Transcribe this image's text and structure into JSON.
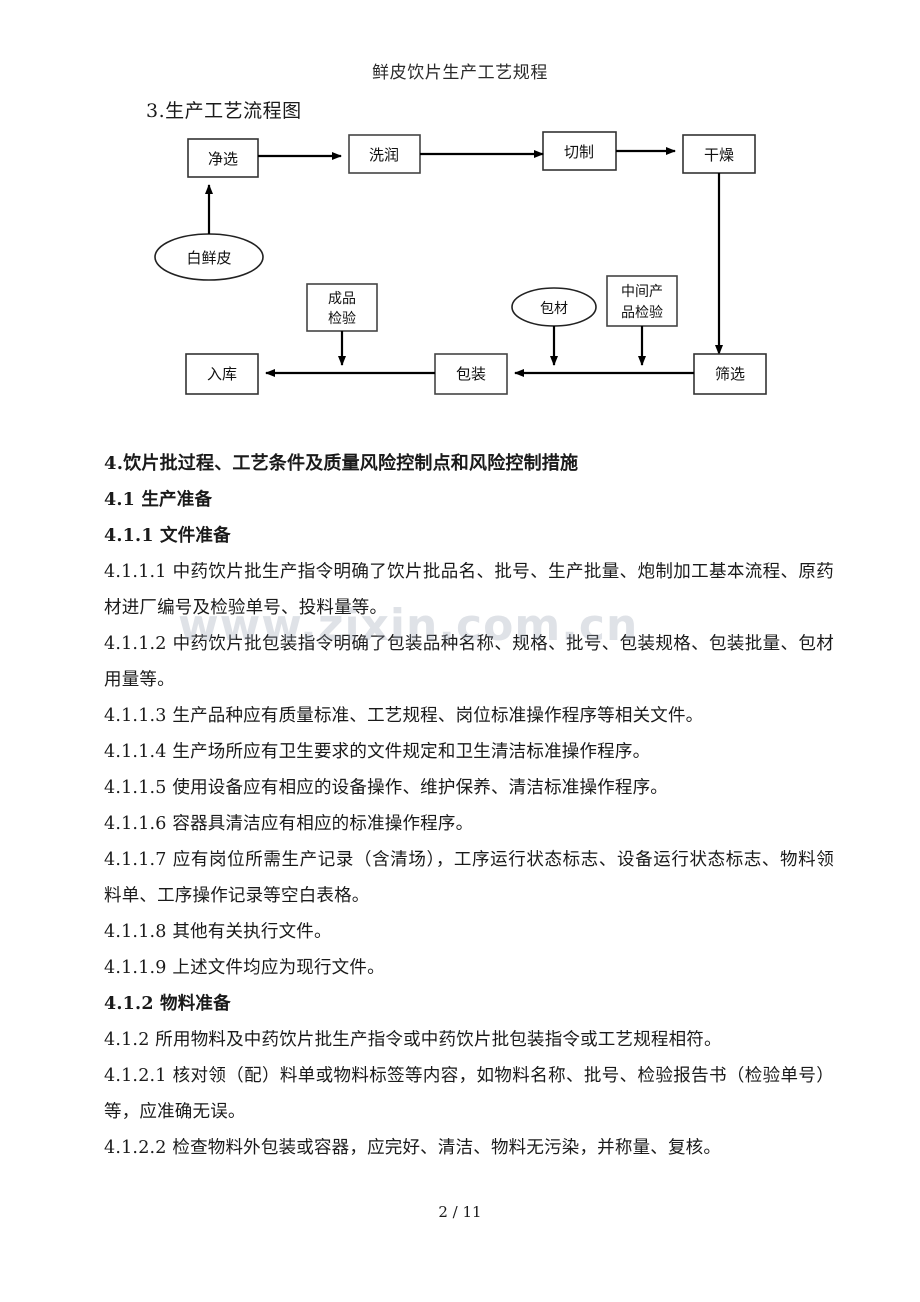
{
  "document": {
    "header_title": "鲜皮饮片生产工艺规程",
    "footer_page": "2 / 11",
    "watermark": "www.zixin.com.cn"
  },
  "flowchart": {
    "heading": "3.生产工艺流程图",
    "nodes": {
      "jingxuan": "净选",
      "xirun": "洗润",
      "qiezhi": "切制",
      "ganzao": "干燥",
      "baixianpi": "白鲜皮",
      "chengpin_jianyan_1": "成品",
      "chengpin_jianyan_2": "检验",
      "baocai": "包材",
      "zhongjian_1": "中间产",
      "zhongjian_2": "品检验",
      "ruku": "入库",
      "baozhuang": "包装",
      "shaixuan": "筛选"
    }
  },
  "body": {
    "paragraphs": [
      {
        "id": "s4",
        "style": "h-main",
        "text": "4.饮片批过程、工艺条件及质量风险控制点和风险控制措施"
      },
      {
        "id": "s41",
        "style": "bold",
        "text": "4.1 生产准备"
      },
      {
        "id": "s411",
        "style": "bold",
        "text": "4.1.1  文件准备"
      },
      {
        "id": "s4111",
        "style": "normal",
        "text": "4.1.1.1 中药饮片批生产指令明确了饮片批品名、批号、生产批量、炮制加工基本流程、原药材进厂编号及检验单号、投料量等。"
      },
      {
        "id": "s4112",
        "style": "normal",
        "text": "4.1.1.2 中药饮片批包装指令明确了包装品种名称、规格、批号、包装规格、包装批量、包材用量等。"
      },
      {
        "id": "s4113",
        "style": "normal",
        "text": "4.1.1.3 生产品种应有质量标准、工艺规程、岗位标准操作程序等相关文件。"
      },
      {
        "id": "s4114",
        "style": "normal",
        "text": "4.1.1.4 生产场所应有卫生要求的文件规定和卫生清洁标准操作程序。"
      },
      {
        "id": "s4115",
        "style": "normal",
        "text": "4.1.1.5 使用设备应有相应的设备操作、维护保养、清洁标准操作程序。"
      },
      {
        "id": "s4116",
        "style": "normal",
        "text": "4.1.1.6 容器具清洁应有相应的标准操作程序。"
      },
      {
        "id": "s4117",
        "style": "normal",
        "text": "4.1.1.7 应有岗位所需生产记录（含清场），工序运行状态标志、设备运行状态标志、物料领料单、工序操作记录等空白表格。"
      },
      {
        "id": "s4118",
        "style": "normal",
        "text": "4.1.1.8 其他有关执行文件。"
      },
      {
        "id": "s4119",
        "style": "normal",
        "text": "4.1.1.9 上述文件均应为现行文件。"
      },
      {
        "id": "s412",
        "style": "bold",
        "text": "4.1.2 物料准备"
      },
      {
        "id": "s412b",
        "style": "normal",
        "text": "4.1.2 所用物料及中药饮片批生产指令或中药饮片批包装指令或工艺规程相符。"
      },
      {
        "id": "s4121",
        "style": "normal",
        "text": "4.1.2.1 核对领（配）料单或物料标签等内容，如物料名称、批号、检验报告书（检验单号）等，应准确无误。"
      },
      {
        "id": "s4122",
        "style": "normal",
        "text": "4.1.2.2 检查物料外包装或容器，应完好、清洁、物料无污染，并称量、复核。"
      }
    ]
  }
}
